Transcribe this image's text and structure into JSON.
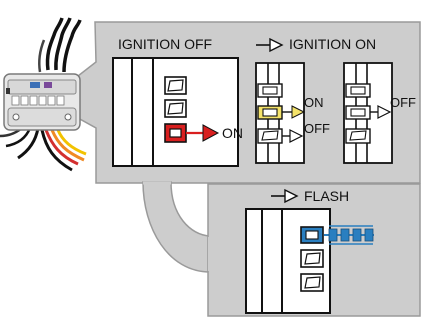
{
  "labels": {
    "ignition_off": "IGNITION OFF",
    "ignition_on": "IGNITION ON",
    "flash": "FLASH",
    "on": "ON",
    "off": "OFF"
  },
  "colors": {
    "panel": "#cdcdcd",
    "red_led": "#d91f1f",
    "yellow_led": "#f4e36a",
    "blue_led": "#2a7fc0",
    "wire_red": "#d32f2f",
    "wire_orange": "#f08a24",
    "wire_yellow": "#f2c200"
  }
}
